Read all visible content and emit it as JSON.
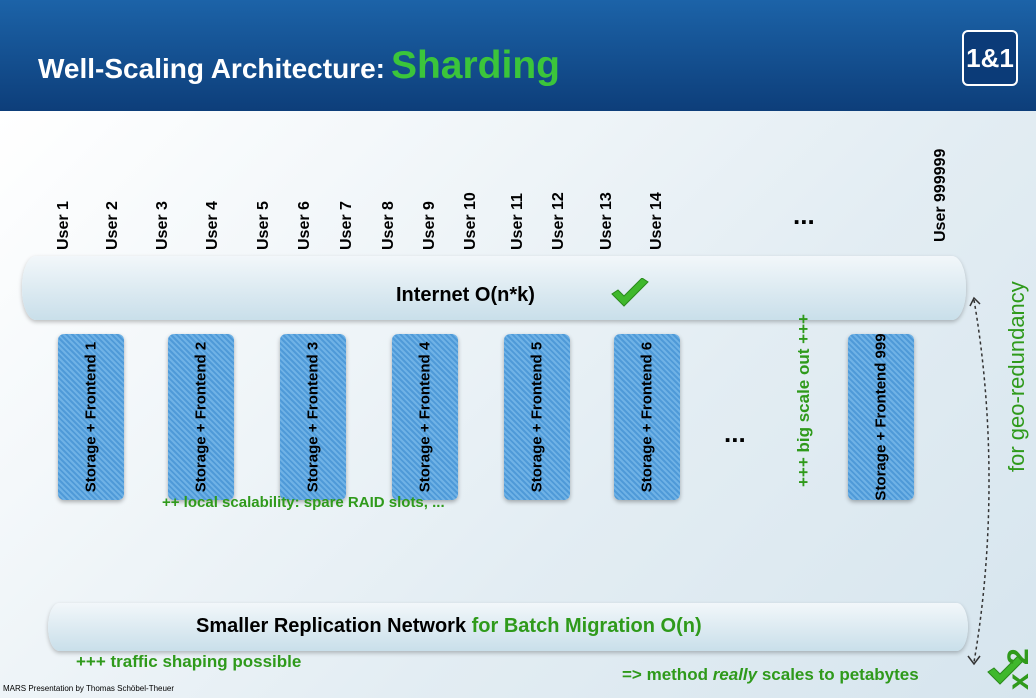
{
  "header": {
    "title": "Well-Scaling Architecture:",
    "title_accent": "Sharding",
    "logo_text": "1&1"
  },
  "users": [
    "User 1",
    "User 2",
    "User 3",
    "User 4",
    "User 5",
    "User 6",
    "User 7",
    "User 8",
    "User 9",
    "User 10",
    "User 11",
    "User 12",
    "User 13",
    "User 14"
  ],
  "users_ellipsis": "...",
  "last_user": "User 999999",
  "internet": {
    "label": "Internet     O(n*k)"
  },
  "frontends": [
    "Storage + Frontend 1",
    "Storage + Frontend 2",
    "Storage + Frontend 3",
    "Storage + Frontend 4",
    "Storage + Frontend 5",
    "Storage + Frontend 6"
  ],
  "frontends_ellipsis": "...",
  "last_frontend": "Storage + Frontend 999",
  "scale_out": "+++   big scale out   +++",
  "local_scalability": "++ local scalability: spare RAID slots, ...",
  "replication": {
    "label_black": "Smaller Replication Network",
    "label_green": "for Batch Migration  O(n)"
  },
  "traffic": "+++ traffic shaping possible",
  "petabytes": {
    "prefix": "=> method ",
    "emphasis": "really",
    "suffix": " scales to petabytes"
  },
  "geo": "for geo-redundancy",
  "multiplier": "x 2",
  "footer": "MARS Presentation by Thomas Schöbel-Theuer",
  "colors": {
    "accent_green": "#3bc53b",
    "text_green": "#2f9a1b",
    "header_blue": "#1c63a8",
    "box_blue": "#4f9ad8"
  }
}
